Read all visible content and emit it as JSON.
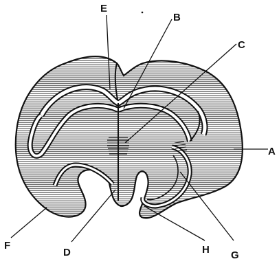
{
  "figure": {
    "labels": {
      "A": "A",
      "B": "B",
      "C": "C",
      "D": "D",
      "E": "E",
      "F": "F",
      "G": "G",
      "H": "H"
    },
    "colors": {
      "ink": "#111111",
      "paper": "#ffffff"
    }
  }
}
